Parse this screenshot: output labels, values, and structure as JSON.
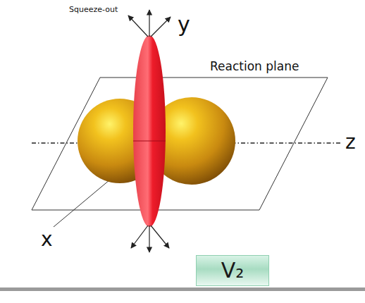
{
  "diagram": {
    "nodes": [
      {
        "text": [
          "V₂"
        ]
      }
    ],
    "labels": [
      "Squeeze-out",
      "y",
      "Reaction plane",
      "z",
      "x"
    ]
  }
}
